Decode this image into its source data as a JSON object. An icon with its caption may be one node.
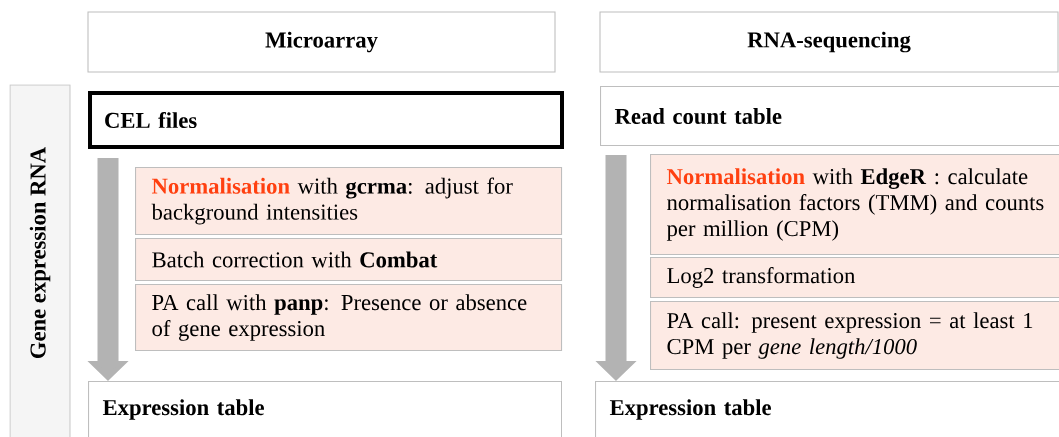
{
  "diagram": {
    "nodes": [
      {
        "text": [
          "Microarray"
        ]
      },
      {
        "text": [
          "RNA-sequencing"
        ]
      },
      {
        "text": [
          "Gene expression RNA"
        ]
      },
      {
        "text": [
          "CEL files"
        ]
      },
      {
        "text": [
          "Normalisation",
          "with **gcrma**: adjust for background intensities"
        ]
      },
      {
        "text": [
          "Batch correction with **Combat**"
        ]
      },
      {
        "text": [
          "PA call with **panp**: Presence or absence of gene expression"
        ]
      },
      {
        "text": [
          "Expression table"
        ]
      },
      {
        "text": [
          "Read count table"
        ]
      },
      {
        "text": [
          "Normalisation",
          "with **EdgeR** : calculate normalisation factors (TMM) and counts per million (CPM)"
        ]
      },
      {
        "text": [
          "Log2 transformation"
        ]
      },
      {
        "text": [
          "PA call: present expression = at least 1 CPM per *gene length/1000*"
        ]
      },
      {
        "text": [
          "Expression table"
        ]
      }
    ],
    "edges": [
      {
        "from": 3,
        "to": 7,
        "arrow": "to"
      },
      {
        "from": 8,
        "to": 12,
        "arrow": "to"
      }
    ]
  }
}
